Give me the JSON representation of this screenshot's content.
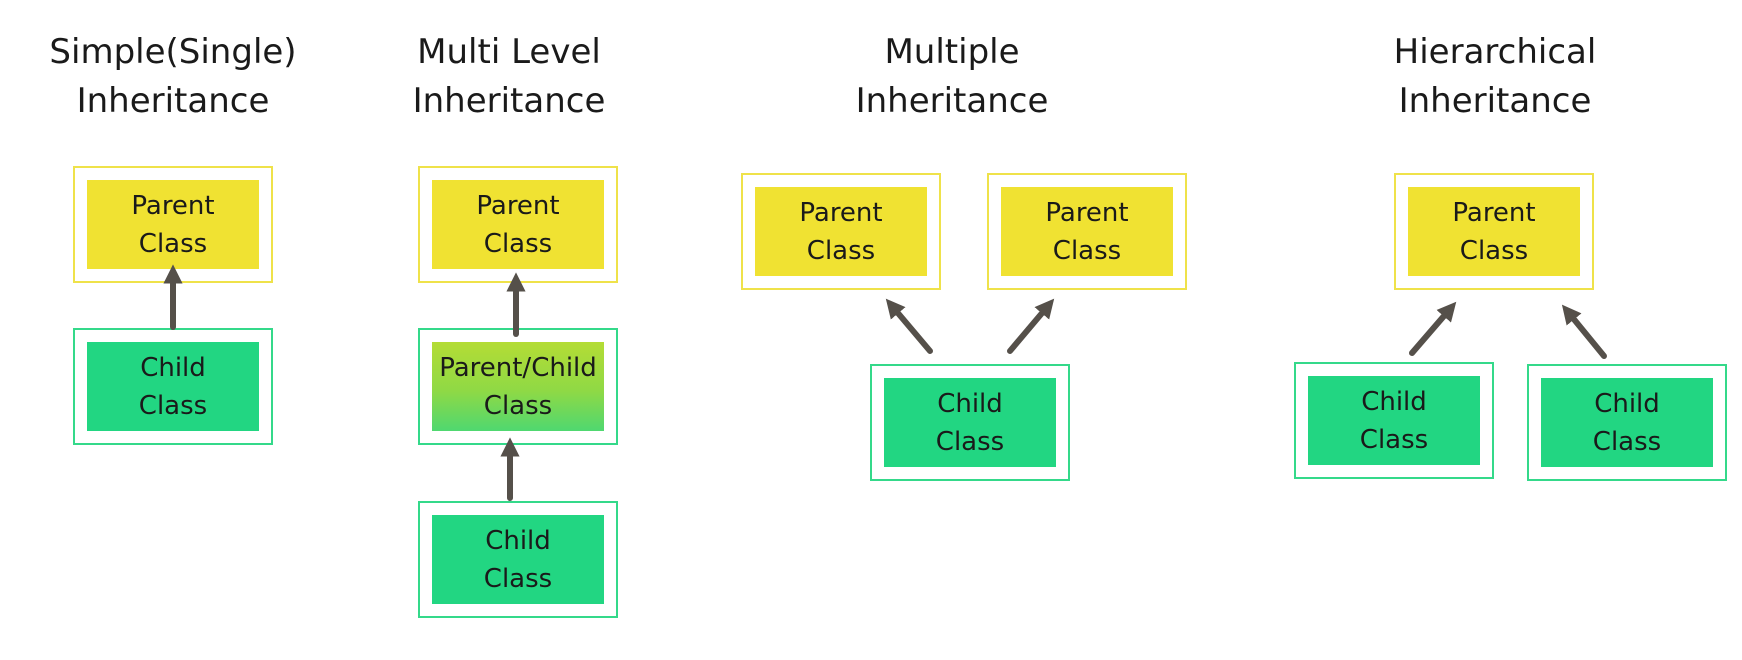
{
  "colors": {
    "parent_fill": "#f0e232",
    "parent_border": "#efe24a",
    "child_fill": "#22d682",
    "child_border": "#34d98a",
    "arrow": "#55504a"
  },
  "single": {
    "title": [
      "Simple(Single)",
      "Inheritance"
    ],
    "parent": [
      "Parent",
      "Class"
    ],
    "child": [
      "Child",
      "Class"
    ]
  },
  "multilevel": {
    "title": [
      "Multi Level",
      "Inheritance"
    ],
    "parent": [
      "Parent",
      "Class"
    ],
    "middle": [
      "Parent/Child",
      "Class"
    ],
    "child": [
      "Child",
      "Class"
    ]
  },
  "multiple": {
    "title": [
      "Multiple",
      "Inheritance"
    ],
    "parent_left": [
      "Parent",
      "Class"
    ],
    "parent_right": [
      "Parent",
      "Class"
    ],
    "child": [
      "Child",
      "Class"
    ]
  },
  "hierarchical": {
    "title": [
      "Hierarchical",
      "Inheritance"
    ],
    "parent": [
      "Parent",
      "Class"
    ],
    "child_left": [
      "Child",
      "Class"
    ],
    "child_right": [
      "Child",
      "Class"
    ]
  }
}
